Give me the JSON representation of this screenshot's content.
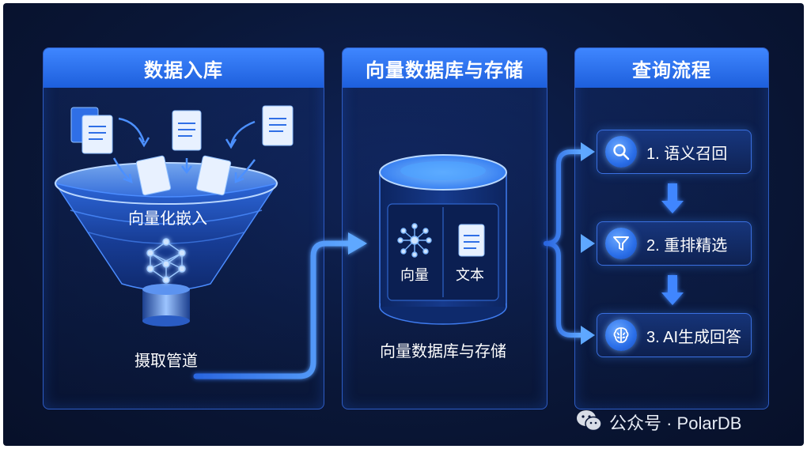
{
  "panels": {
    "ingest": {
      "title": "数据入库",
      "funnel_label": "向量化嵌入",
      "pipe_label": "摄取管道"
    },
    "storage": {
      "title": "向量数据库与存储",
      "vector_label": "向量",
      "text_label": "文本",
      "caption": "向量数据库与存储"
    },
    "query": {
      "title": "查询流程"
    }
  },
  "steps": [
    {
      "label": "1. 语义召回",
      "icon": "search-icon"
    },
    {
      "label": "2. 重排精选",
      "icon": "filter-icon"
    },
    {
      "label": "3. AI生成回答",
      "icon": "brain-icon"
    }
  ],
  "watermark": {
    "text": "公众号 · PolarDB",
    "icon": "wechat-icon"
  },
  "colors": {
    "background": "#0a1738",
    "panel_header": "#2f74f0",
    "accent": "#3f86ff",
    "glow": "#6fb4ff"
  }
}
